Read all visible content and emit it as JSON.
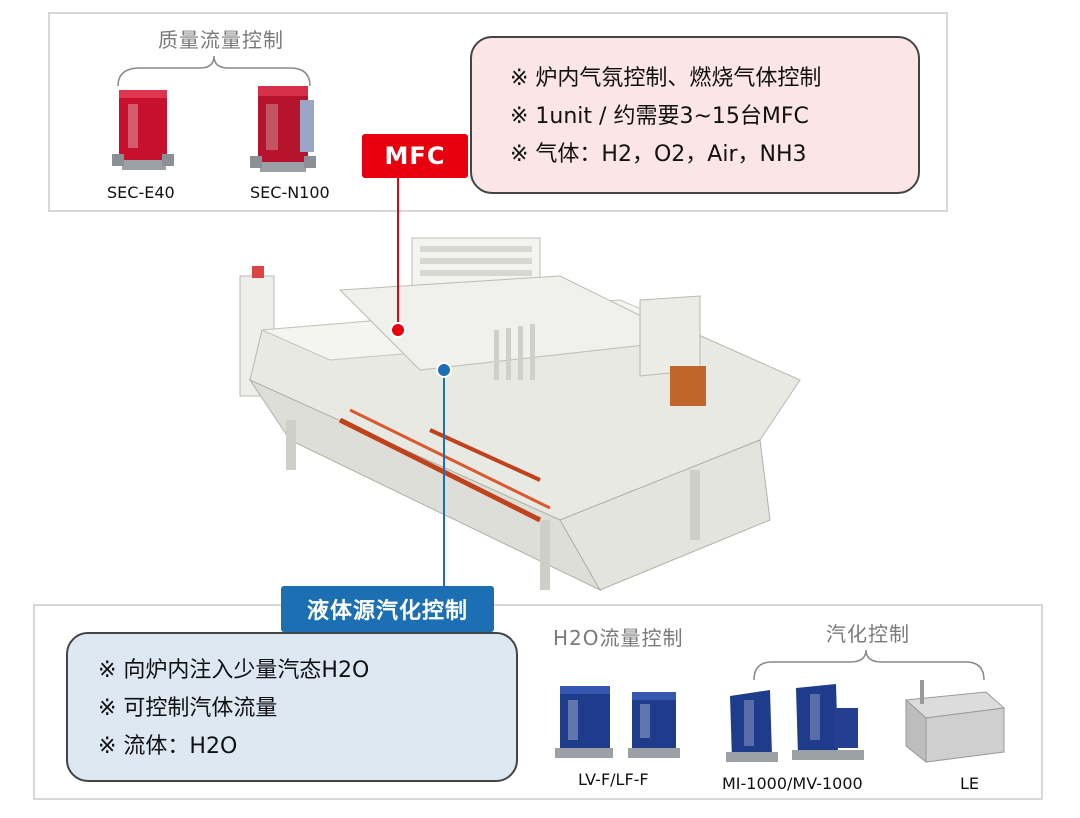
{
  "top_panel": {
    "group_label": "质量流量控制",
    "products": [
      {
        "name": "SEC-E40",
        "icon": "mass-flow-controller-red"
      },
      {
        "name": "SEC-N100",
        "icon": "mass-flow-controller-red"
      }
    ]
  },
  "mfc": {
    "tag": "MFC",
    "notes": [
      "※ 炉内气氛控制、燃烧气体控制",
      "※ 1unit / 约需要3~15台MFC",
      "※ 气体：H2，O2，Air，NH3"
    ]
  },
  "furnace": {
    "icon": "industrial-furnace-image"
  },
  "liquid": {
    "tag": "液体源汽化控制",
    "notes": [
      "※ 向炉内注入少量汽态H2O",
      "※ 可控制汽体流量",
      "※ 流体：H2O"
    ]
  },
  "bottom_panel": {
    "h2o_label": "H2O流量控制",
    "vapor_label": "汽化控制",
    "products": [
      {
        "name": "LV-F/LF-F",
        "icon": "liquid-flow-meter-blue"
      },
      {
        "name": "MI-1000/MV-1000",
        "icon": "vaporizer-blue"
      },
      {
        "name": "LE",
        "icon": "steel-tank"
      }
    ]
  },
  "colors": {
    "mfc_red": "#e8000f",
    "liquid_blue": "#1d6fb4",
    "pink_bg": "#fbe5e6",
    "blue_bg": "#dde8f3",
    "device_red": "#c8102e",
    "device_blue": "#1f3b8c"
  }
}
